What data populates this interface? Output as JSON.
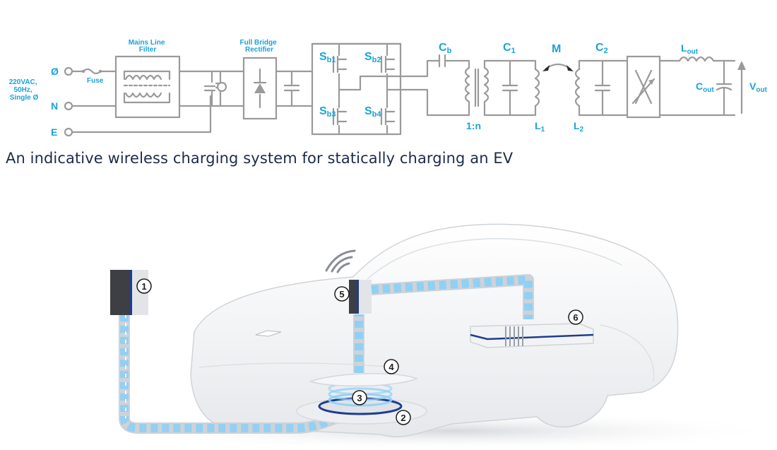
{
  "circuit": {
    "source_label_lines": [
      "220VAC,",
      "50Hz,",
      "Single Ø"
    ],
    "terminal_line": "Ø",
    "terminal_neutral": "N",
    "terminal_earth": "E",
    "fuse": "Fuse",
    "filter_lines": [
      "Mains Line",
      "Filter"
    ],
    "rectifier_lines": [
      "Full Bridge",
      "Rectifier"
    ],
    "switches": [
      {
        "main": "S",
        "sub": "b1"
      },
      {
        "main": "S",
        "sub": "b2"
      },
      {
        "main": "S",
        "sub": "b3"
      },
      {
        "main": "S",
        "sub": "b4"
      }
    ],
    "cb": {
      "main": "C",
      "sub": "b"
    },
    "c1": {
      "main": "C",
      "sub": "1"
    },
    "mutual": "M",
    "c2": {
      "main": "C",
      "sub": "2"
    },
    "lout": {
      "main": "L",
      "sub": "out"
    },
    "cout": {
      "main": "C",
      "sub": "out"
    },
    "vout": {
      "main": "V",
      "sub": "out"
    },
    "ratio": "1:n",
    "l1": {
      "main": "L",
      "sub": "1"
    },
    "l2": {
      "main": "L",
      "sub": "2"
    }
  },
  "caption": "An indicative wireless charging system for statically charging an EV",
  "markers": [
    "1",
    "2",
    "3",
    "4",
    "5",
    "6"
  ],
  "colors": {
    "label_blue": "#1aa3d9",
    "wire_gray": "#9a9a9a",
    "caption_navy": "#1d2b4a",
    "energy_flow": "#8fd0f5",
    "accent_navy": "#1f3d8f"
  }
}
